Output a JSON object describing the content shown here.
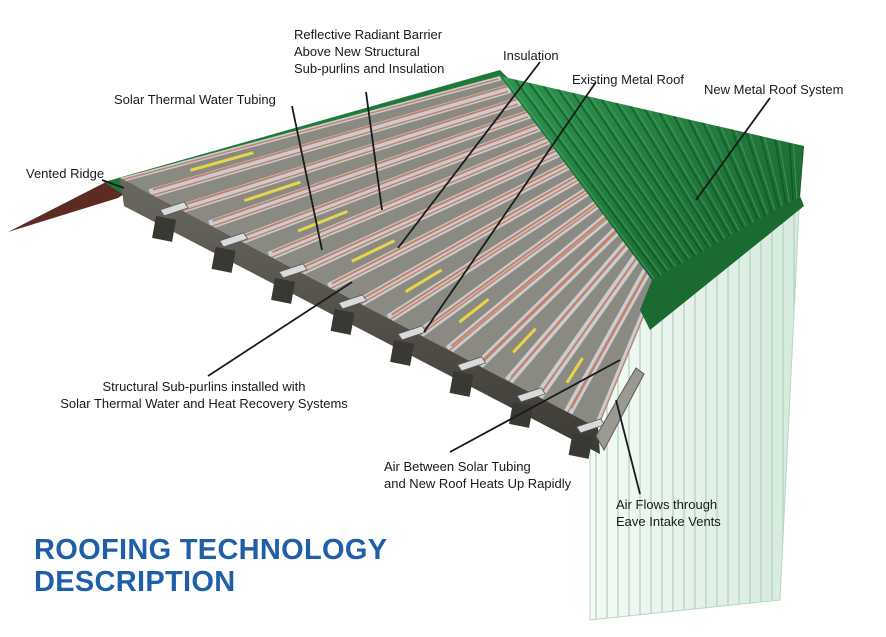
{
  "title": "ROOFING TECHNOLOGY\nDESCRIPTION",
  "colors": {
    "title": "#1f5ea8",
    "new_roof_green": "#1f7a3a",
    "existing_roof": "#7a7a72",
    "tubing": "#c2826a",
    "radiant_barrier": "#c9ccd0",
    "insulation_yellow": "#e8d54a",
    "wall": "#e4f1ea"
  },
  "labels": {
    "reflective_barrier": "Reflective Radiant Barrier\nAbove New Structural\nSub-purlins and Insulation",
    "insulation": "Insulation",
    "existing_roof": "Existing Metal Roof",
    "new_roof": "New Metal Roof System",
    "solar_tubing": "Solar Thermal Water Tubing",
    "vented_ridge": "Vented Ridge",
    "sub_purlins": "Structural Sub-purlins installed with\nSolar Thermal Water and Heat Recovery Systems",
    "air_between": "Air Between Solar Tubing\nand New Roof Heats Up Rapidly",
    "air_flows": "Air Flows through\nEave Intake Vents"
  }
}
